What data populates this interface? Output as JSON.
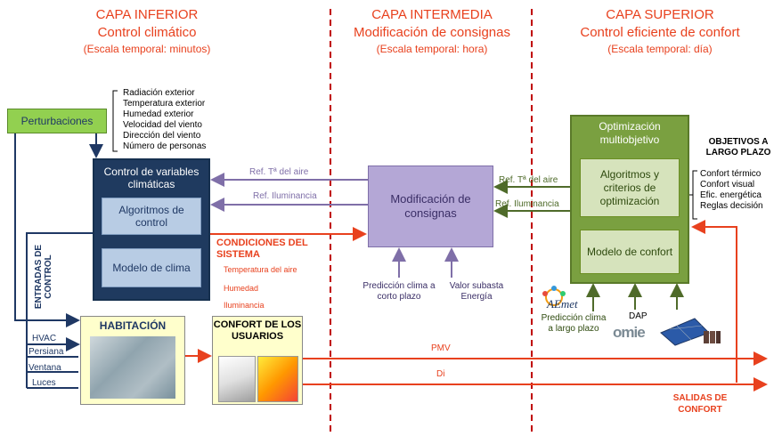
{
  "layers": {
    "inferior": {
      "title": "CAPA INFERIOR",
      "subtitle": "Control climático",
      "scale": "(Escala temporal: minutos)"
    },
    "intermedia": {
      "title": "CAPA INTERMEDIA",
      "subtitle": "Modificación de consignas",
      "scale": "(Escala temporal: hora)"
    },
    "superior": {
      "title": "CAPA SUPERIOR",
      "subtitle": "Control eficiente de confort",
      "scale": "(Escala temporal: día)"
    }
  },
  "perturbaciones": {
    "label": "Perturbaciones",
    "items": [
      "Radiación exterior",
      "Temperatura exterior",
      "Humedad exterior",
      "Velocidad del viento",
      "Dirección del viento",
      "Número de personas"
    ]
  },
  "control": {
    "title": "Control de variables climáticas",
    "algoritmos": "Algoritmos de control",
    "modelo": "Modelo de clima"
  },
  "condiciones": {
    "title": "CONDICIONES DEL SISTEMA",
    "items": [
      "Temperatura del aire",
      "Humedad",
      "Iluminancia"
    ]
  },
  "entradas": "ENTRADAS DE CONTROL",
  "habitacion": "HABITACIÓN",
  "actuadores": [
    "HVAC",
    "Persiana",
    "Ventana",
    "Luces"
  ],
  "confort_usuarios": "CONFORT DE LOS USUARIOS",
  "refs_left": {
    "aire": "Ref. Tª del aire",
    "ilum": "Ref. Iluminancia"
  },
  "refs_right": {
    "aire": "Ref. Tª del aire",
    "ilum": "Ref. Iluminancia"
  },
  "modificacion": "Modificación de consignas",
  "prediccion_corto": "Predicción clima a corto plazo",
  "valor_subasta": "Valor subasta Energía",
  "optimizacion": {
    "title": "Optimización multiobjetivo",
    "algoritmos": "Algoritmos y criterios de optimización",
    "modelo": "Modelo de confort"
  },
  "objetivos": {
    "title": "OBJETIVOS A LARGO PLAZO",
    "items": [
      "Confort térmico",
      "Confort visual",
      "Efic. energética",
      "Reglas decisión"
    ]
  },
  "aemet": "AEmet",
  "prediccion_largo": "Predicción clima a largo plazo",
  "dap": "DAP",
  "omie": "omie",
  "outputs": {
    "pmv": "PMV",
    "di": "Di",
    "salidas": "SALIDAS DE CONFORT"
  },
  "colors": {
    "accent": "#e8411e",
    "navy": "#1f3a5f",
    "green": "#7aa040",
    "lavender": "#b4a7d6",
    "arrow_blue": "#1f3864",
    "arrow_purple": "#7f6fa8"
  }
}
